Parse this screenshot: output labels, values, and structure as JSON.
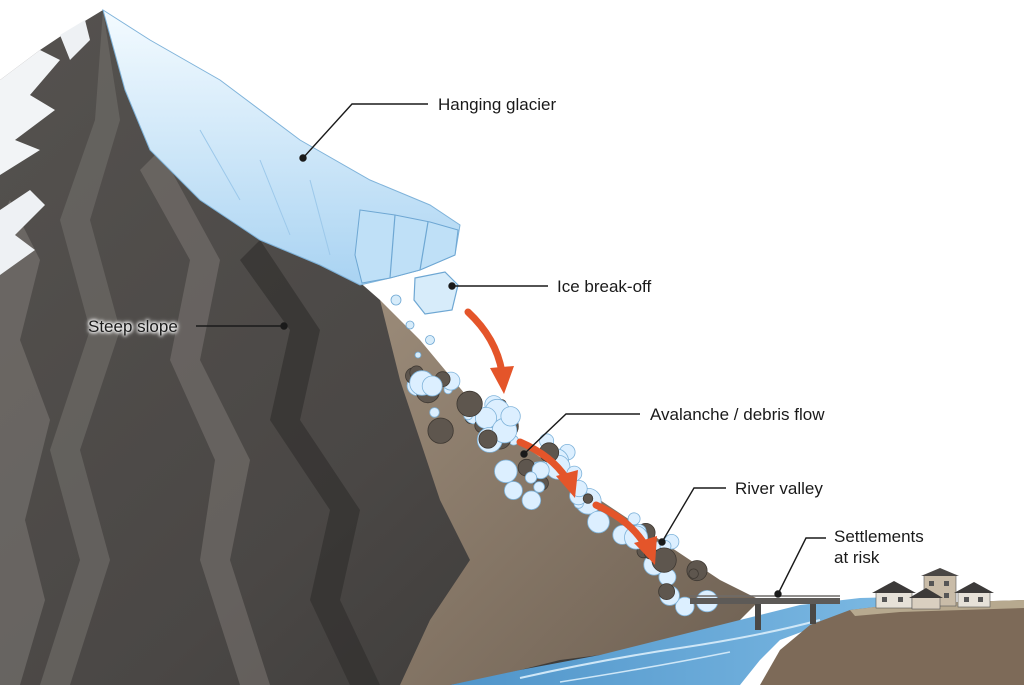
{
  "labels": {
    "hanging_glacier": "Hanging glacier",
    "ice_break_off": "Ice break-off",
    "steep_slope": "Steep slope",
    "avalanche": "Avalanche / debris flow",
    "river_valley": "River valley",
    "settlements_line1": "Settlements",
    "settlements_line2": "at risk"
  },
  "colors": {
    "rock_dark": "#3f3d3c",
    "rock_mid": "#6a6764",
    "rock_light": "#8e8a85",
    "ice": "#d6ecfa",
    "ice_shadow": "#8fbfe6",
    "arrow": "#e4552a",
    "river": "#5b9fd1",
    "river_light": "#a9d2ee",
    "debris": "#8a7a68",
    "leader": "#1a1a1a"
  }
}
